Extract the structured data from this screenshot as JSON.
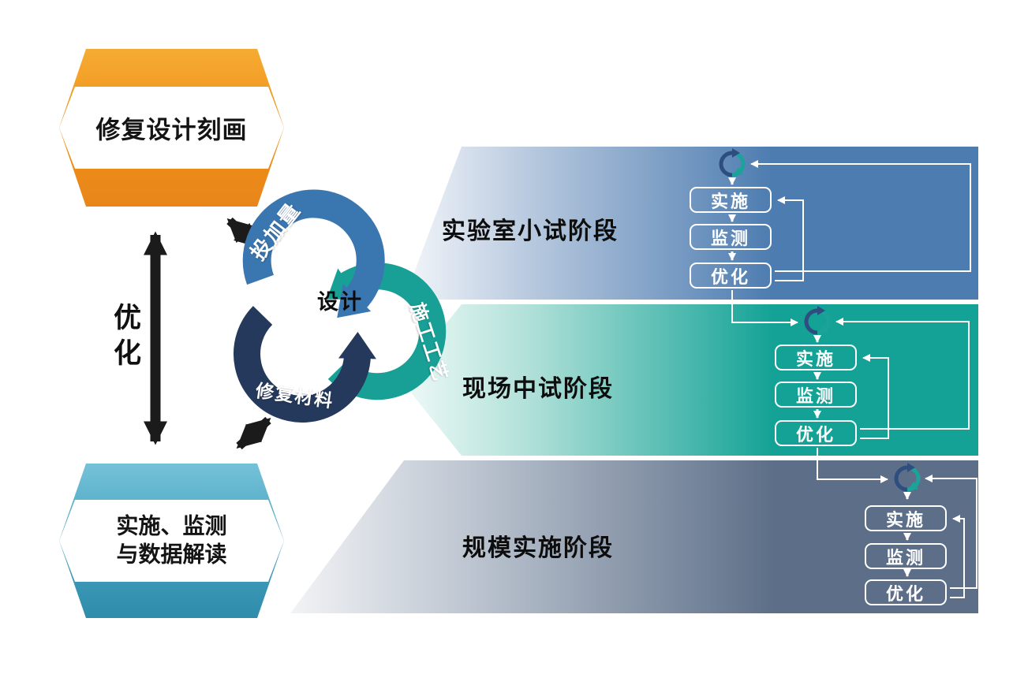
{
  "canvas": {
    "bg": "#ffffff"
  },
  "left_column": {
    "top_banner": {
      "label": "修复设计刻画",
      "color": "#f09a22"
    },
    "bottom_banner": {
      "line1": "实施、监测",
      "line2": "与数据解读",
      "color": "#3f9cba"
    },
    "optimize_label": "优化",
    "arrow_color": "#1b1b1b"
  },
  "cycle": {
    "center_label": "设计",
    "arcs": [
      {
        "name": "dosage-arc",
        "label": "投加量",
        "color": "#3a76b0"
      },
      {
        "name": "construction-process-arc",
        "label": "施工工艺",
        "color": "#18a096"
      },
      {
        "name": "repair-material-arc",
        "label": "修复材料",
        "color": "#24395c"
      }
    ]
  },
  "stages": [
    {
      "label": "实验室小试阶段",
      "color": "#4d7cb0",
      "icon": "cycle-icon",
      "steps": [
        "实施",
        "监测",
        "优化"
      ]
    },
    {
      "label": "现场中试阶段",
      "color": "#14a296",
      "icon": "cycle-icon",
      "steps": [
        "实施",
        "监测",
        "优化"
      ]
    },
    {
      "label": "规模实施阶段",
      "color": "#5d6f88",
      "icon": "cycle-icon",
      "steps": [
        "实施",
        "监测",
        "优化"
      ]
    }
  ]
}
